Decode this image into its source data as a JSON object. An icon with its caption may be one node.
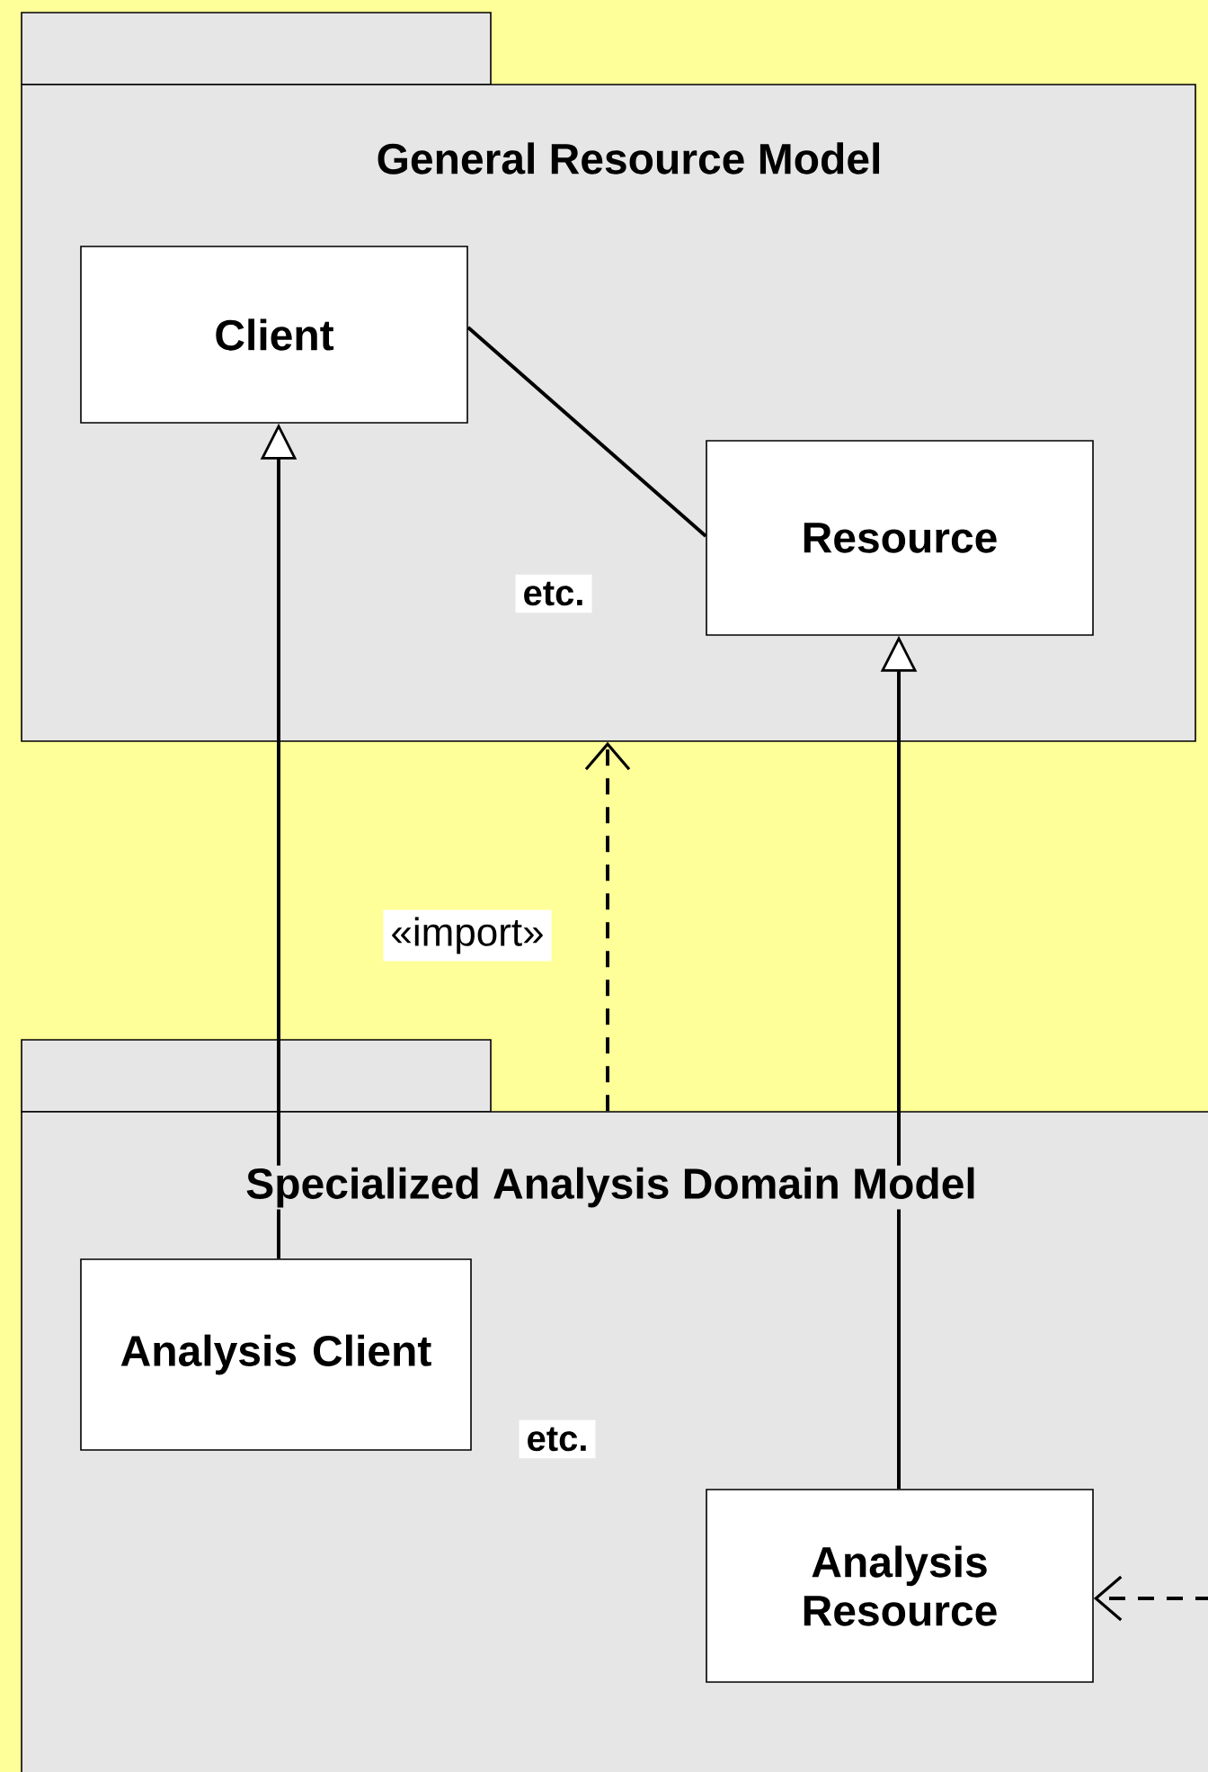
{
  "diagram": {
    "nodes": [
      {
        "text": [
          "General Resource Model"
        ]
      },
      {
        "text": [
          "Client"
        ],
        "in": 0
      },
      {
        "text": [
          "Resource"
        ],
        "in": 0
      },
      {
        "text": [
          "Specialized Analysis Domain Model"
        ]
      },
      {
        "text": [
          "Analysis Client"
        ],
        "in": 3
      },
      {
        "text": [
          "Analysis Resource"
        ],
        "in": 3
      }
    ],
    "edges": [
      {
        "from": 1,
        "to": 2,
        "arrow": "none"
      },
      {
        "from": 4,
        "to": 1,
        "arrow": "to"
      },
      {
        "from": 5,
        "to": 2,
        "arrow": "to"
      },
      {
        "from": 3,
        "to": 0,
        "arrow": "to",
        "style": "dashed",
        "label": "«import»"
      },
      {
        "from": null,
        "to": 5,
        "arrow": "to",
        "style": "dashed"
      }
    ],
    "labels": [
      "etc.",
      "etc."
    ]
  }
}
